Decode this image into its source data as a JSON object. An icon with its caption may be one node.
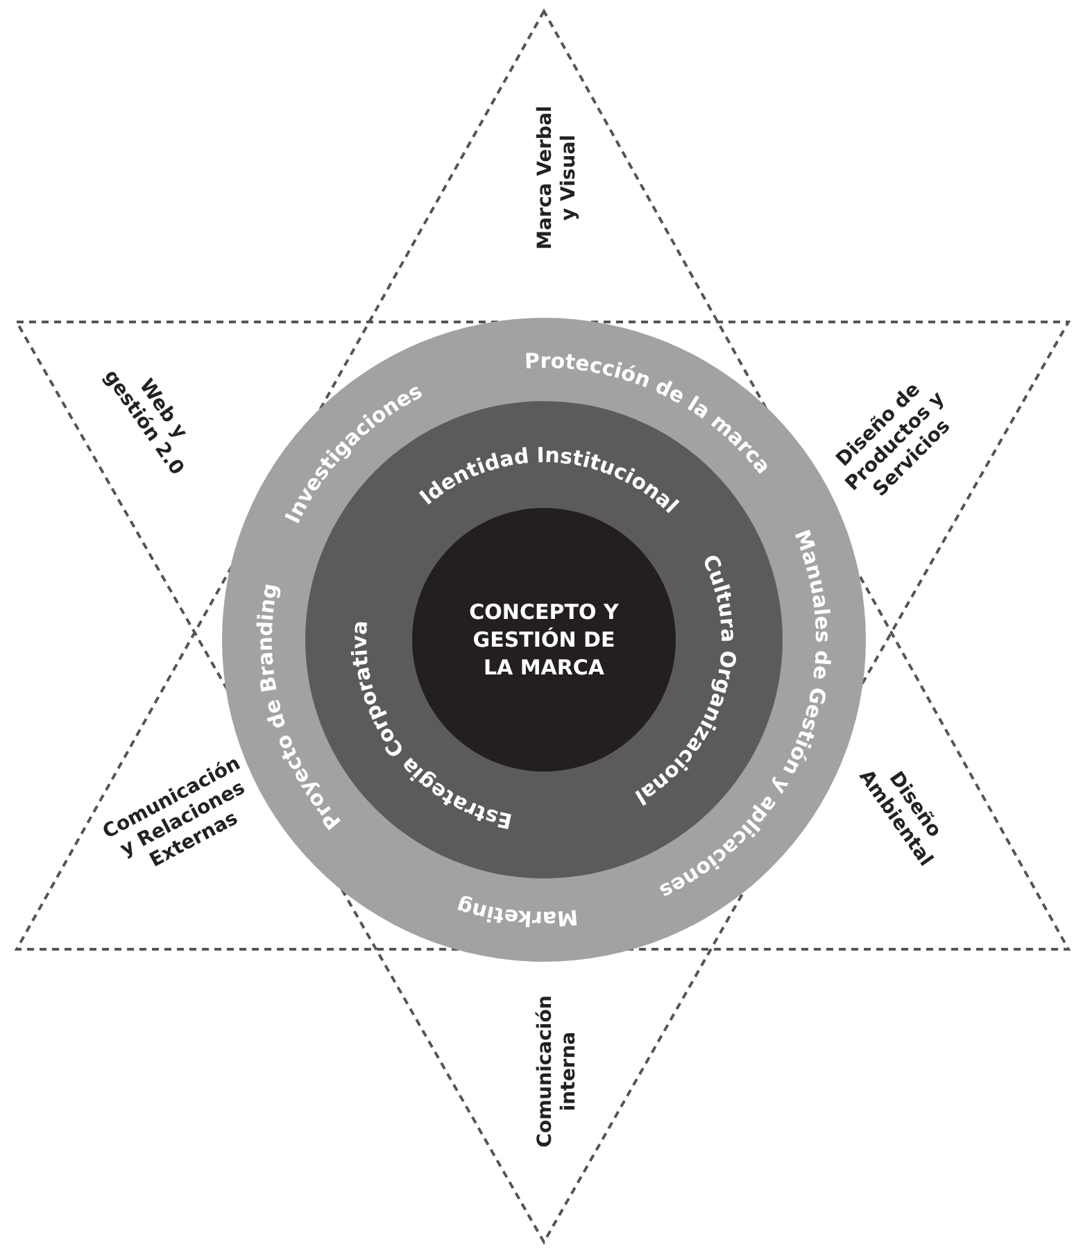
{
  "diagram": {
    "nodes": [
      {
        "text": [],
        "shape": "circle"
      },
      {
        "text": [
          "Investigaciones"
        ],
        "in": 0
      },
      {
        "text": [
          "Protección de la marca"
        ],
        "in": 0
      },
      {
        "text": [
          "Proyecto de Branding"
        ],
        "in": 0
      },
      {
        "text": [
          "Manuales de Gestión y aplicaciones"
        ],
        "in": 0
      },
      {
        "text": [
          "Marketing"
        ],
        "in": 0
      },
      {
        "text": [],
        "shape": "circle",
        "in": 0
      },
      {
        "text": [
          "Identidad Institucional"
        ],
        "in": 6
      },
      {
        "text": [
          "Estrategia Corporativa"
        ],
        "in": 6
      },
      {
        "text": [
          "Cultura Organizacional"
        ],
        "in": 6
      },
      {
        "text": [
          "CONCEPTO Y GESTIÓN DE LA MARCA"
        ],
        "in": 6
      },
      {
        "text": [
          "Marca Verbal y Visual"
        ]
      },
      {
        "text": [
          "Web y gestión 2.0"
        ]
      },
      {
        "text": [
          "Diseño de Productos y Servicios"
        ]
      },
      {
        "text": [
          "Comunicación y Relaciones Externas"
        ]
      },
      {
        "text": [
          "Diseño Ambiental"
        ]
      },
      {
        "text": [
          "Comunicación interna"
        ]
      }
    ]
  }
}
